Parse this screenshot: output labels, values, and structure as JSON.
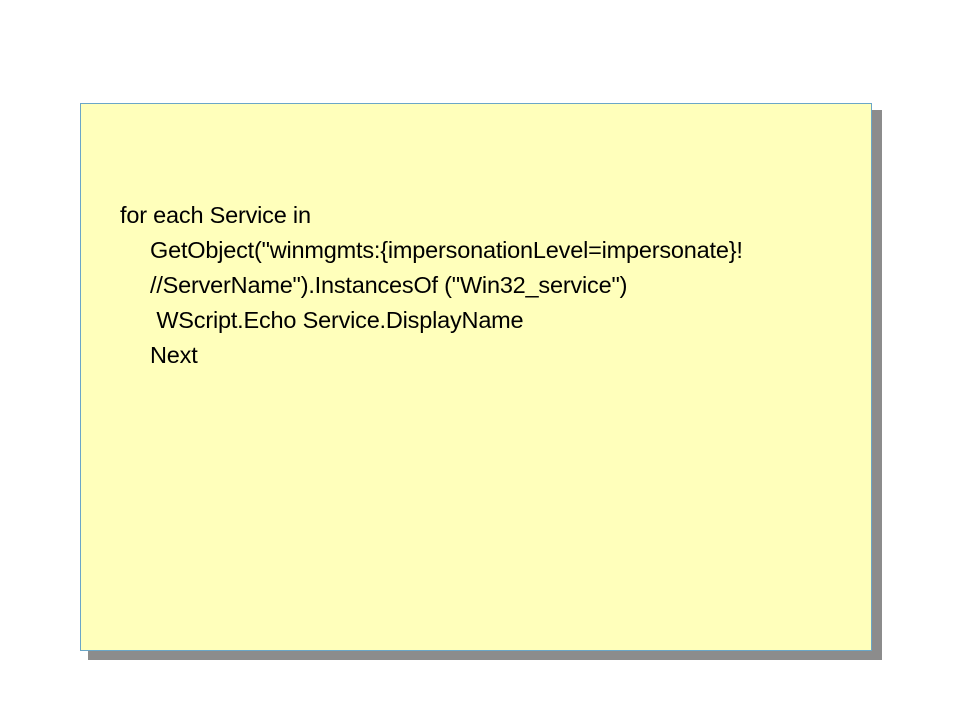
{
  "code_block": {
    "lines": [
      {
        "text": "for each Service in",
        "indent": 0
      },
      {
        "text": "GetObject(\"winmgmts:{impersonationLevel=impersonate}!",
        "indent": 1
      },
      {
        "text": "//ServerName\").InstancesOf (\"Win32_service\")",
        "indent": 1
      },
      {
        "text": " WScript.Echo Service.DisplayName",
        "indent": 2
      },
      {
        "text": "Next",
        "indent": 1
      }
    ]
  },
  "colors": {
    "note_background": "#ffffbb",
    "note_border": "#6aa6c8",
    "shadow": "#8c8c8c",
    "text": "#000000"
  }
}
